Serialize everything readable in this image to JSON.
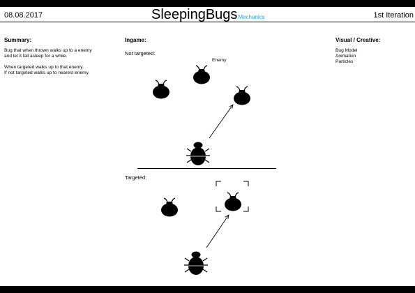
{
  "header": {
    "date": "08.08.2017",
    "title": "SleepingBugs",
    "subtitle": "Mechanics",
    "iteration": "1st Iteration"
  },
  "summary": {
    "heading": "Summary:",
    "lines": [
      "Bug that when thrown walks up to a enemy",
      "and let it fall asleep for a while.",
      "When targeted walks up to that enemy.",
      "If not targeted walks up to nearest enemy."
    ]
  },
  "ingame": {
    "heading": "Ingame:",
    "not_targeted_label": "Not targeted:",
    "enemy_label": "Enemy",
    "targeted_label": "Targeted:"
  },
  "visual": {
    "heading": "Visual / Creative:",
    "items": [
      "Bug Model",
      "Animation",
      "Particles"
    ]
  }
}
